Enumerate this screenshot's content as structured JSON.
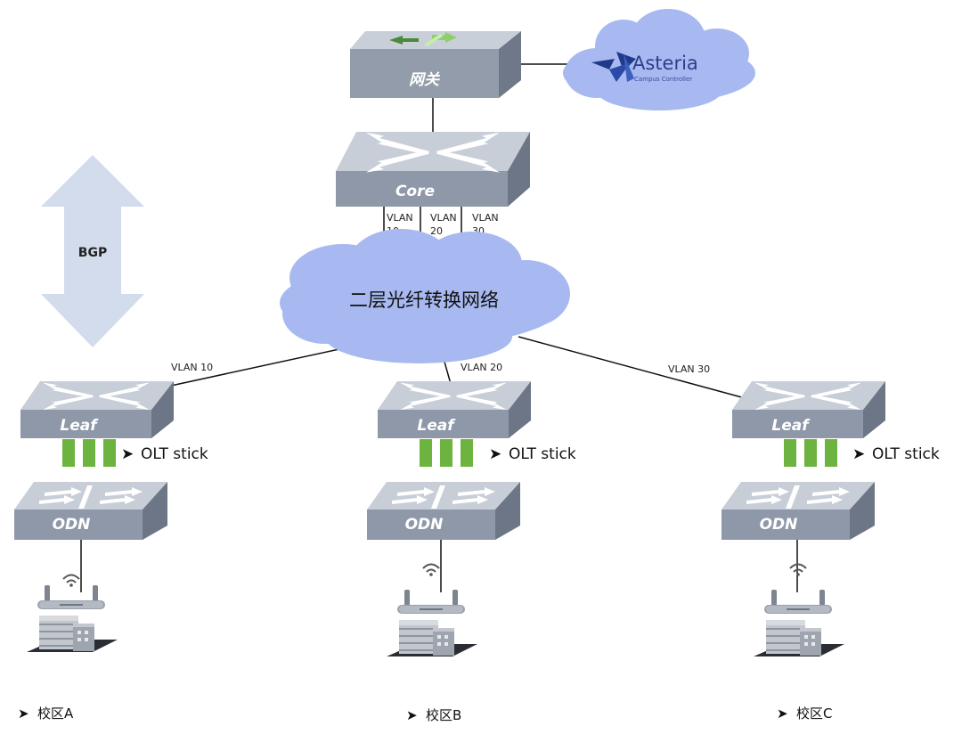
{
  "gateway": {
    "label": "网关"
  },
  "controller": {
    "brand": "Asteria",
    "subtitle": "Campus Controller"
  },
  "core": {
    "label": "Core"
  },
  "core_vlans": [
    {
      "line1": "VLAN",
      "line2": "10"
    },
    {
      "line1": "VLAN",
      "line2": "20"
    },
    {
      "line1": "VLAN",
      "line2": "30"
    }
  ],
  "bgp": {
    "label": "BGP"
  },
  "network_cloud": {
    "label": "二层光纤转换网络"
  },
  "branches": [
    {
      "vlan": "VLAN 10",
      "leaf_label": "Leaf",
      "olt_label": "OLT stick",
      "odn_label": "ODN",
      "campus_label": "校区A"
    },
    {
      "vlan": "VLAN 20",
      "leaf_label": "Leaf",
      "olt_label": "OLT stick",
      "odn_label": "ODN",
      "campus_label": "校区B"
    },
    {
      "vlan": "VLAN 30",
      "leaf_label": "Leaf",
      "olt_label": "OLT stick",
      "odn_label": "ODN",
      "campus_label": "校区C"
    }
  ],
  "colors": {
    "device_top": "#c8ced8",
    "device_front": "#8f98a8",
    "cloud": "#a7b9f0",
    "olt_green": "#6db33f",
    "bgp_arrow": "#d3dcec",
    "building": "#b9bec6"
  }
}
